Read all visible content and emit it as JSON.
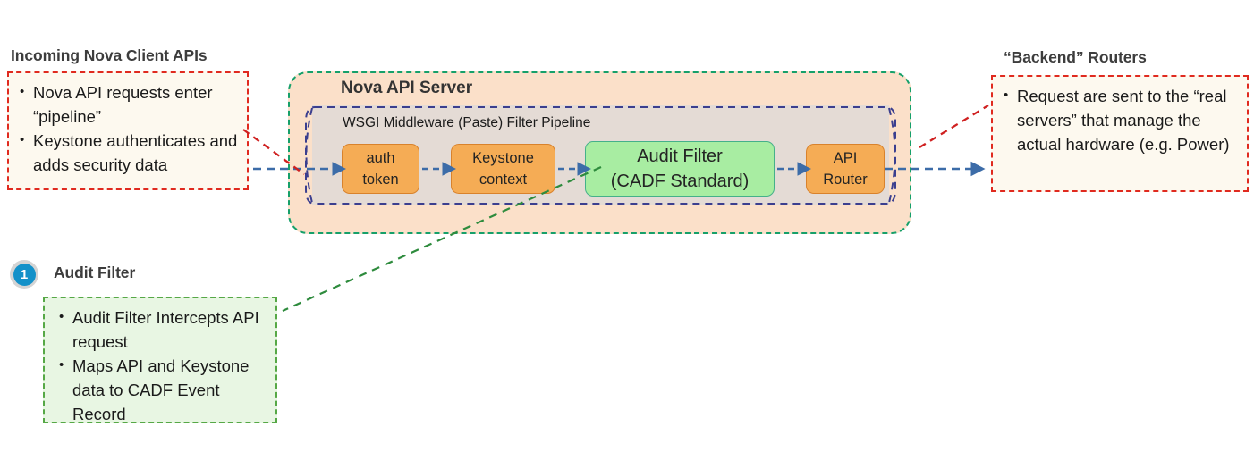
{
  "diagram": {
    "title_left": "Incoming Nova Client  APIs",
    "title_right": "“Backend” Routers",
    "callout_left": {
      "bullets": [
        "Nova API requests enter “pipeline”",
        "Keystone authenticates and adds security data"
      ]
    },
    "callout_right": {
      "bullets": [
        "Request are sent to the “real servers” that manage the actual hardware (e.g. Power)"
      ]
    },
    "server": {
      "title": "Nova API Server",
      "pipeline_label": "WSGI Middleware (Paste) Filter Pipeline",
      "nodes": [
        {
          "id": "auth-token",
          "line1": "auth",
          "line2": "token",
          "color": "orange"
        },
        {
          "id": "keystone-context",
          "line1": "Keystone",
          "line2": "context",
          "color": "orange"
        },
        {
          "id": "audit-filter",
          "line1": "Audit Filter",
          "line2": "(CADF Standard)",
          "color": "green"
        },
        {
          "id": "api-router",
          "line1": "API",
          "line2": "Router",
          "color": "orange"
        }
      ]
    },
    "step": {
      "number": "1",
      "title": "Audit Filter",
      "bullets": [
        "Audit Filter Intercepts API request",
        "Maps API and Keystone data to CADF Event Record"
      ]
    },
    "colors": {
      "server_fill": "#fbe0c9",
      "server_border": "#16a06a",
      "pipeline_fill": "#e4dbd5",
      "pipeline_border": "#3b3f8f",
      "node_orange_fill": "#f5ac55",
      "node_orange_border": "#d9822b",
      "node_green_fill": "#a8eda2",
      "node_green_border": "#45b08a",
      "callout_red_border": "#e02a1f",
      "callout_red_fill": "#fdf9ef",
      "callout_green_border": "#56a846",
      "callout_green_fill": "#e8f6e3",
      "arrow_blue": "#3c6ca8",
      "badge_blue": "#1391c9",
      "connector_red": "#cf2020",
      "connector_green": "#2e8b3d"
    }
  }
}
